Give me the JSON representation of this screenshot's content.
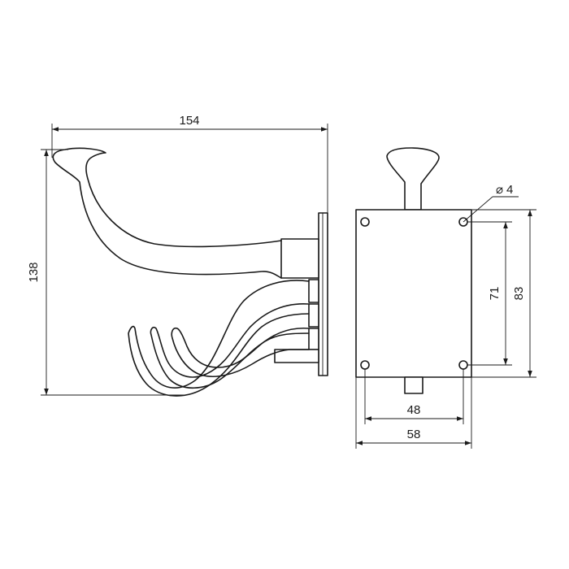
{
  "drawing": {
    "dimensions": {
      "width_side": "154",
      "height_side": "138",
      "hole_diameter": "4",
      "hole_spacing_vertical": "71",
      "plate_height": "83",
      "hole_spacing_horizontal": "48",
      "plate_width": "58"
    },
    "diameter_symbol": "⌀"
  }
}
